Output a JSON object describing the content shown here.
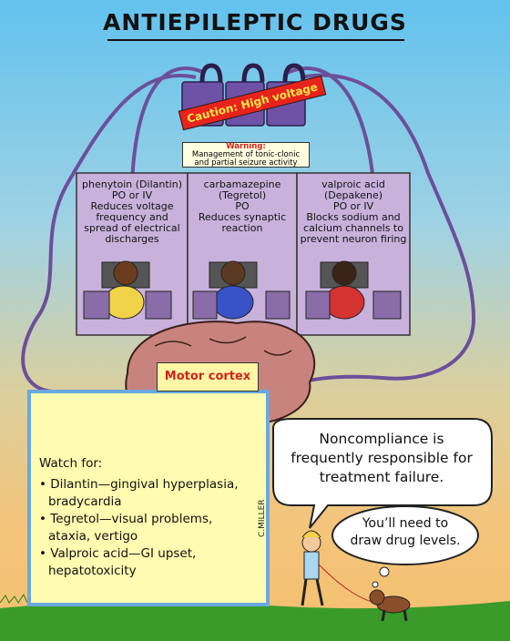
{
  "title": "ANTIEPILEPTIC DRUGS",
  "caution": "Caution: High voltage",
  "warning": {
    "heading": "Warning:",
    "lines": [
      "Management of tonic-clonic",
      "and partial seizure activity"
    ]
  },
  "drugs": [
    {
      "lines": [
        "phenytoin (Dilantin)",
        "PO or IV",
        "Reduces voltage",
        "frequency and",
        "spread of electrical",
        "discharges"
      ]
    },
    {
      "lines": [
        "carbamazepine",
        "(Tegretol)",
        "PO",
        "Reduces synaptic",
        "reaction"
      ]
    },
    {
      "lines": [
        "valproic acid",
        "(Depakene)",
        "PO or IV",
        "Blocks sodium and",
        "calcium channels to",
        "prevent neuron firing"
      ]
    }
  ],
  "brain_label": "Motor cortex",
  "watch": {
    "heading": "Watch for:",
    "items": [
      [
        "Dilantin—gingival hyperplasia,",
        "bradycardia"
      ],
      [
        "Tegretol—visual problems,",
        "ataxia, vertigo"
      ],
      [
        "Valproic acid—GI upset,",
        "hepatotoxicity"
      ]
    ]
  },
  "speech": [
    "Noncompliance is",
    "frequently responsible for",
    "treatment failure."
  ],
  "thought": [
    "You’ll need to",
    "draw drug levels."
  ],
  "signature": "C.MILLER",
  "colors": {
    "panel": "#c8b2dc",
    "caution_bg": "#e8231b",
    "caution_text": "#ffe94a",
    "brain": "#c9837e",
    "note_bg": "#fffbb0",
    "grass": "#3a9b2a"
  }
}
